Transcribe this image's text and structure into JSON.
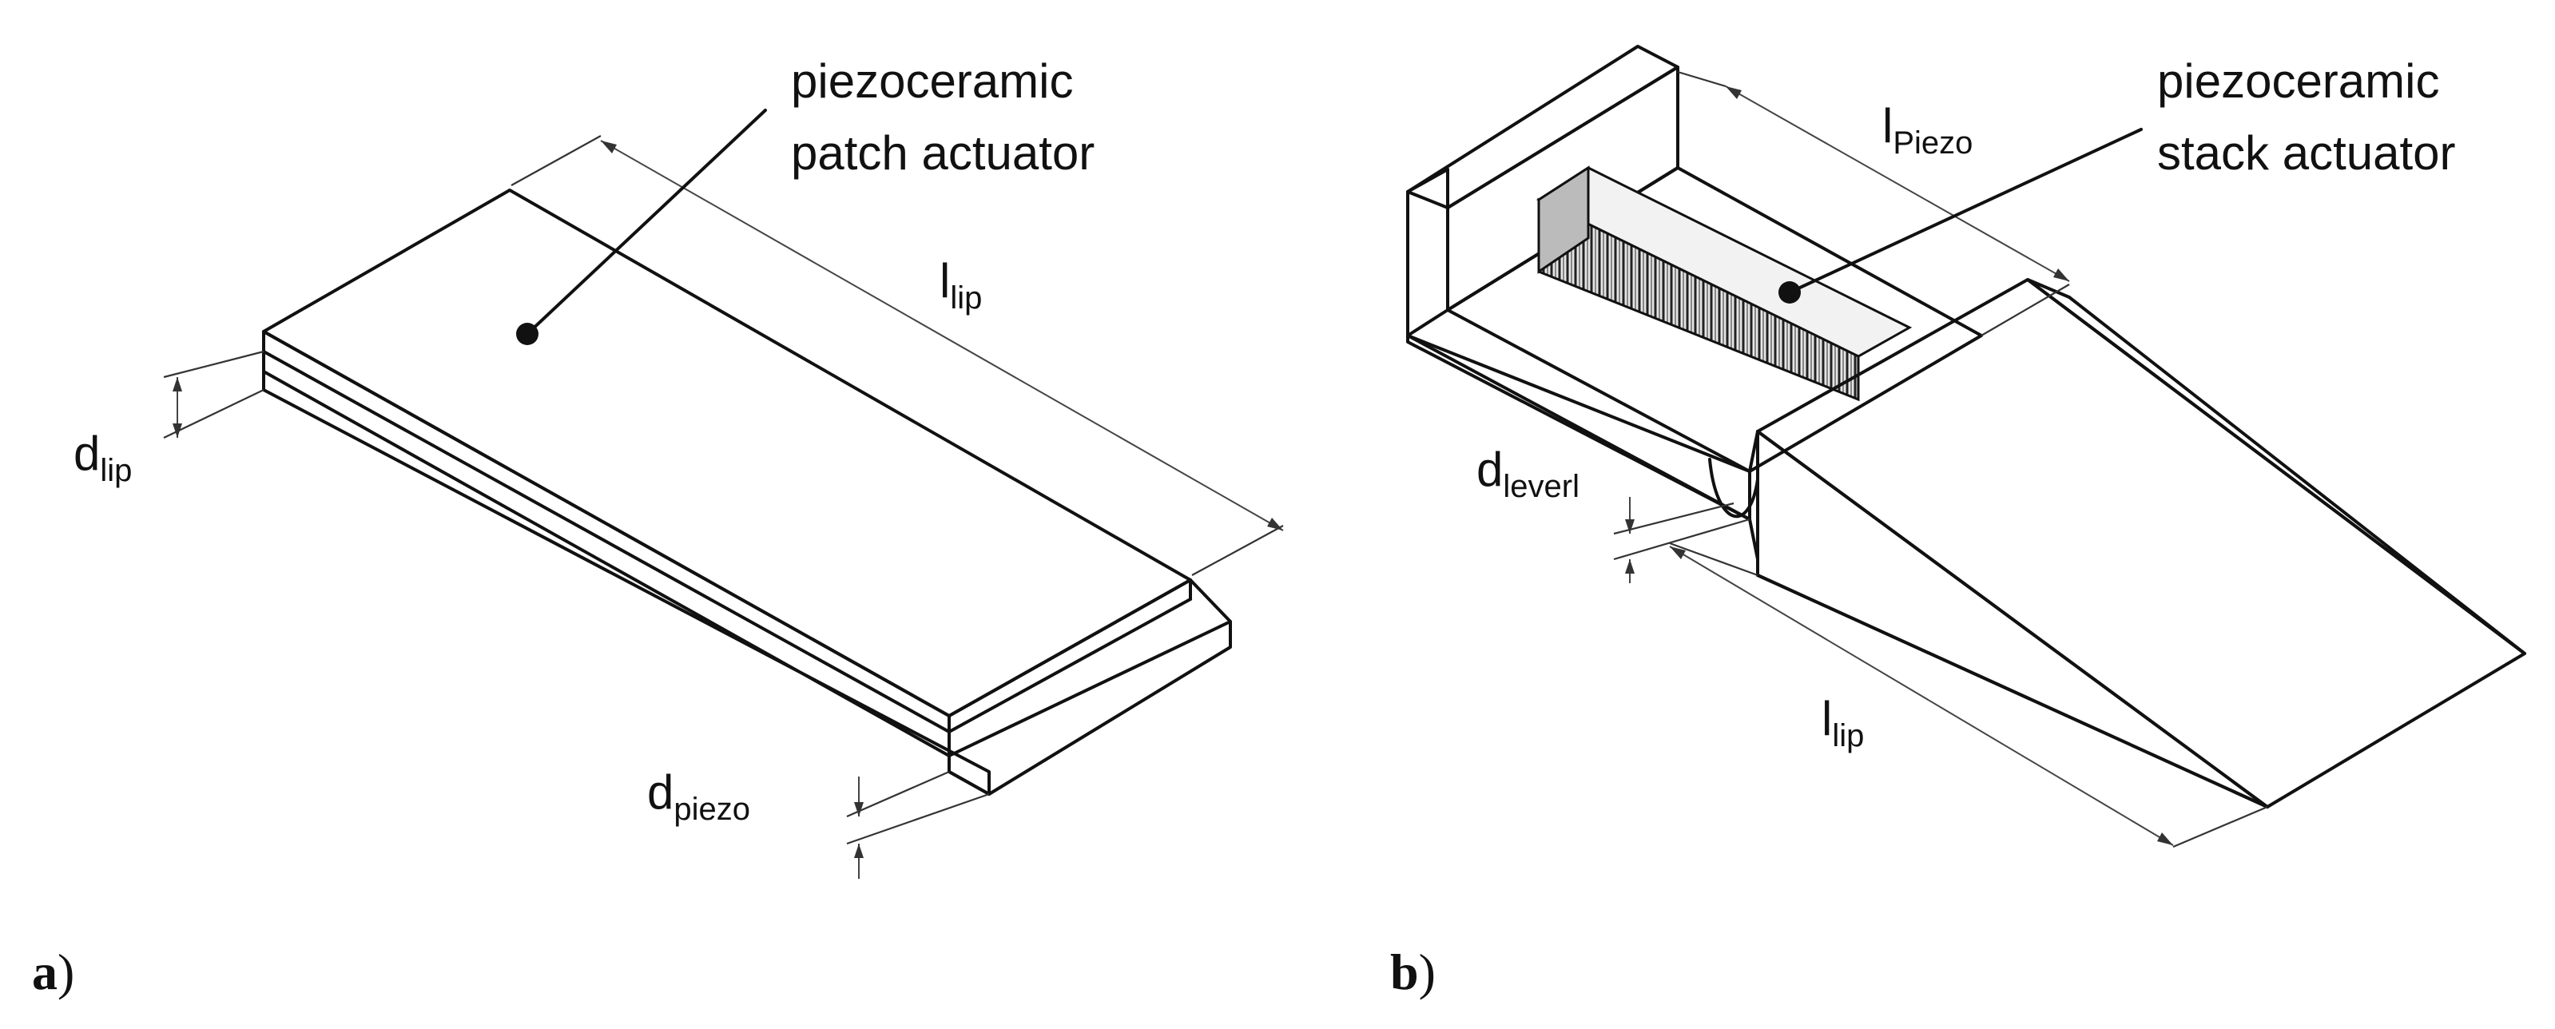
{
  "panel_a": {
    "marker": "a",
    "callout": {
      "line1": "piezoceramic",
      "line2": "patch actuator"
    },
    "length_label": {
      "main": "l",
      "sub": "lip"
    },
    "thickness_label": {
      "main": "d",
      "sub": "lip"
    },
    "piezo_label": {
      "main": "d",
      "sub": "piezo"
    }
  },
  "panel_b": {
    "marker": "b",
    "callout": {
      "line1": "piezoceramic",
      "line2": "stack actuator"
    },
    "piezo_length_label": {
      "main": "l",
      "sub": "Piezo"
    },
    "lever_label": {
      "main": "d",
      "sub": "leverl"
    },
    "lip_length_label": {
      "main": "l",
      "sub": "lip"
    }
  },
  "colors": {
    "line": "#111111",
    "dimension": "#444444",
    "background": "#ffffff"
  }
}
